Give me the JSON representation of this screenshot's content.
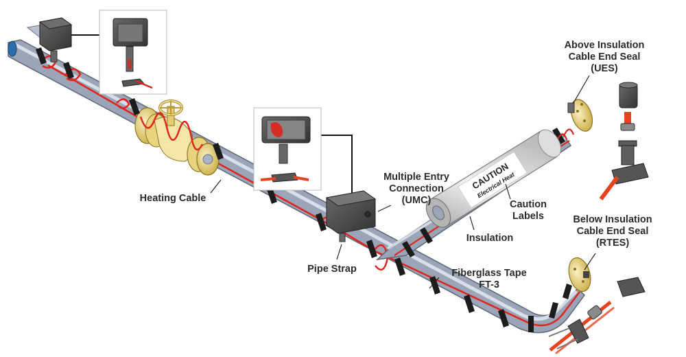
{
  "diagram": {
    "title": "Electric heat tracing pipe installation",
    "colors": {
      "pipe": "#a9b4c4",
      "pipe_highlight": "#dfe5ee",
      "pipe_shadow": "#7f8a9c",
      "heating_cable": "#e0231c",
      "tape": "#1c1c1c",
      "insulation": "#d8d8d8",
      "brass": "#e6cf73",
      "box": "#4b4b4b",
      "label_text": "#2a2a2a"
    },
    "labels": {
      "ues": [
        "Above Insulation",
        "Cable End Seal",
        "(UES)"
      ],
      "umc": [
        "Multiple Entry",
        "Connection",
        "(UMC)"
      ],
      "caution_labels": [
        "Caution",
        "Labels"
      ],
      "insulation": [
        "Insulation"
      ],
      "rtes": [
        "Below Insulation",
        "Cable End Seal",
        "(RTES)"
      ],
      "heating_cable": [
        "Heating Cable"
      ],
      "pipe_strap": [
        "Pipe Strap"
      ],
      "fiberglass_tape": [
        "Fiberglass Tape",
        "FT-3"
      ]
    },
    "caution_sticker": {
      "line1": "CAUTION",
      "line2": "Electrical Heat"
    }
  }
}
